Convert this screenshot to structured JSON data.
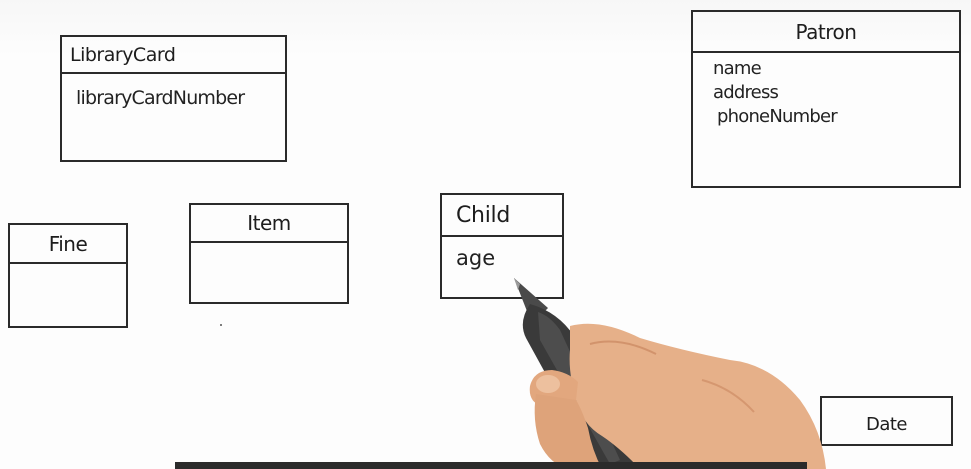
{
  "diagram": {
    "library_card": {
      "title": "LibraryCard",
      "attributes": [
        "libraryCardNumber"
      ]
    },
    "patron": {
      "title": "Patron",
      "attributes": [
        "name",
        "address",
        "phoneNumber"
      ]
    },
    "fine": {
      "title": "Fine",
      "attributes": []
    },
    "item": {
      "title": "Item",
      "attributes": []
    },
    "child": {
      "title": "Child",
      "attributes": [
        "age"
      ]
    },
    "date": {
      "title": "Date"
    }
  },
  "colors": {
    "ink": "#2a2a2a",
    "background": "#fdfdfd",
    "skin": "#e6b089",
    "marker": "#3a3a3a",
    "caption_bar": "#2b2b2b"
  },
  "icons": [
    "hand-holding-marker"
  ]
}
